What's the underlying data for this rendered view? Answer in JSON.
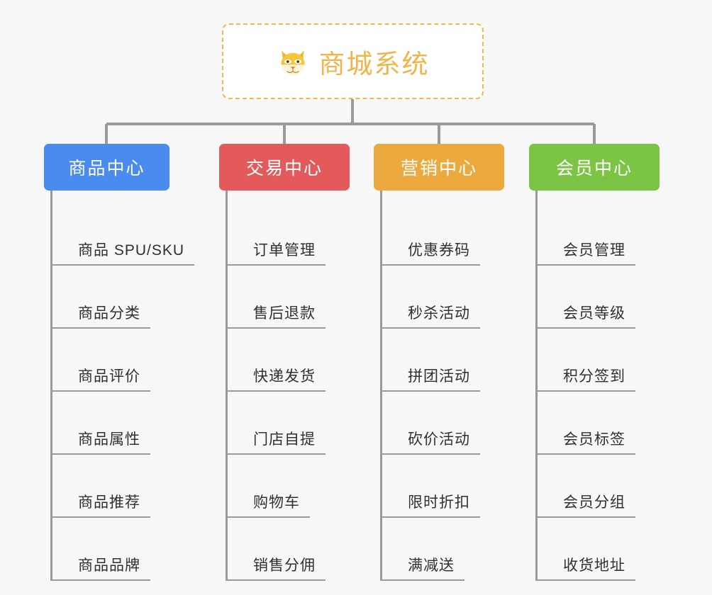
{
  "page": {
    "background_color": "#f7f7f7",
    "line_color": "#9a9a9a"
  },
  "root": {
    "title": "商城系统",
    "icon": "shiba-dog-face-emoji",
    "border_color": "#f0b849",
    "text_color": "#f0b54a",
    "background_color": "#ffffff"
  },
  "branches": [
    {
      "label": "商品中心",
      "color": "#4a8bf0",
      "items": [
        {
          "label": "商品 SPU/SKU"
        },
        {
          "label": "商品分类"
        },
        {
          "label": "商品评价"
        },
        {
          "label": "商品属性"
        },
        {
          "label": "商品推荐"
        },
        {
          "label": "商品品牌"
        }
      ]
    },
    {
      "label": "交易中心",
      "color": "#e4595a",
      "items": [
        {
          "label": "订单管理"
        },
        {
          "label": "售后退款"
        },
        {
          "label": "快递发货"
        },
        {
          "label": "门店自提"
        },
        {
          "label": "购物车"
        },
        {
          "label": "销售分佣"
        }
      ]
    },
    {
      "label": "营销中心",
      "color": "#eba93e",
      "items": [
        {
          "label": "优惠券码"
        },
        {
          "label": "秒杀活动"
        },
        {
          "label": "拼团活动"
        },
        {
          "label": "砍价活动"
        },
        {
          "label": "限时折扣"
        },
        {
          "label": "满减送"
        }
      ]
    },
    {
      "label": "会员中心",
      "color": "#7cc443",
      "items": [
        {
          "label": "会员管理"
        },
        {
          "label": "会员等级"
        },
        {
          "label": "积分签到"
        },
        {
          "label": "会员标签"
        },
        {
          "label": "会员分组"
        },
        {
          "label": "收货地址"
        }
      ]
    }
  ]
}
